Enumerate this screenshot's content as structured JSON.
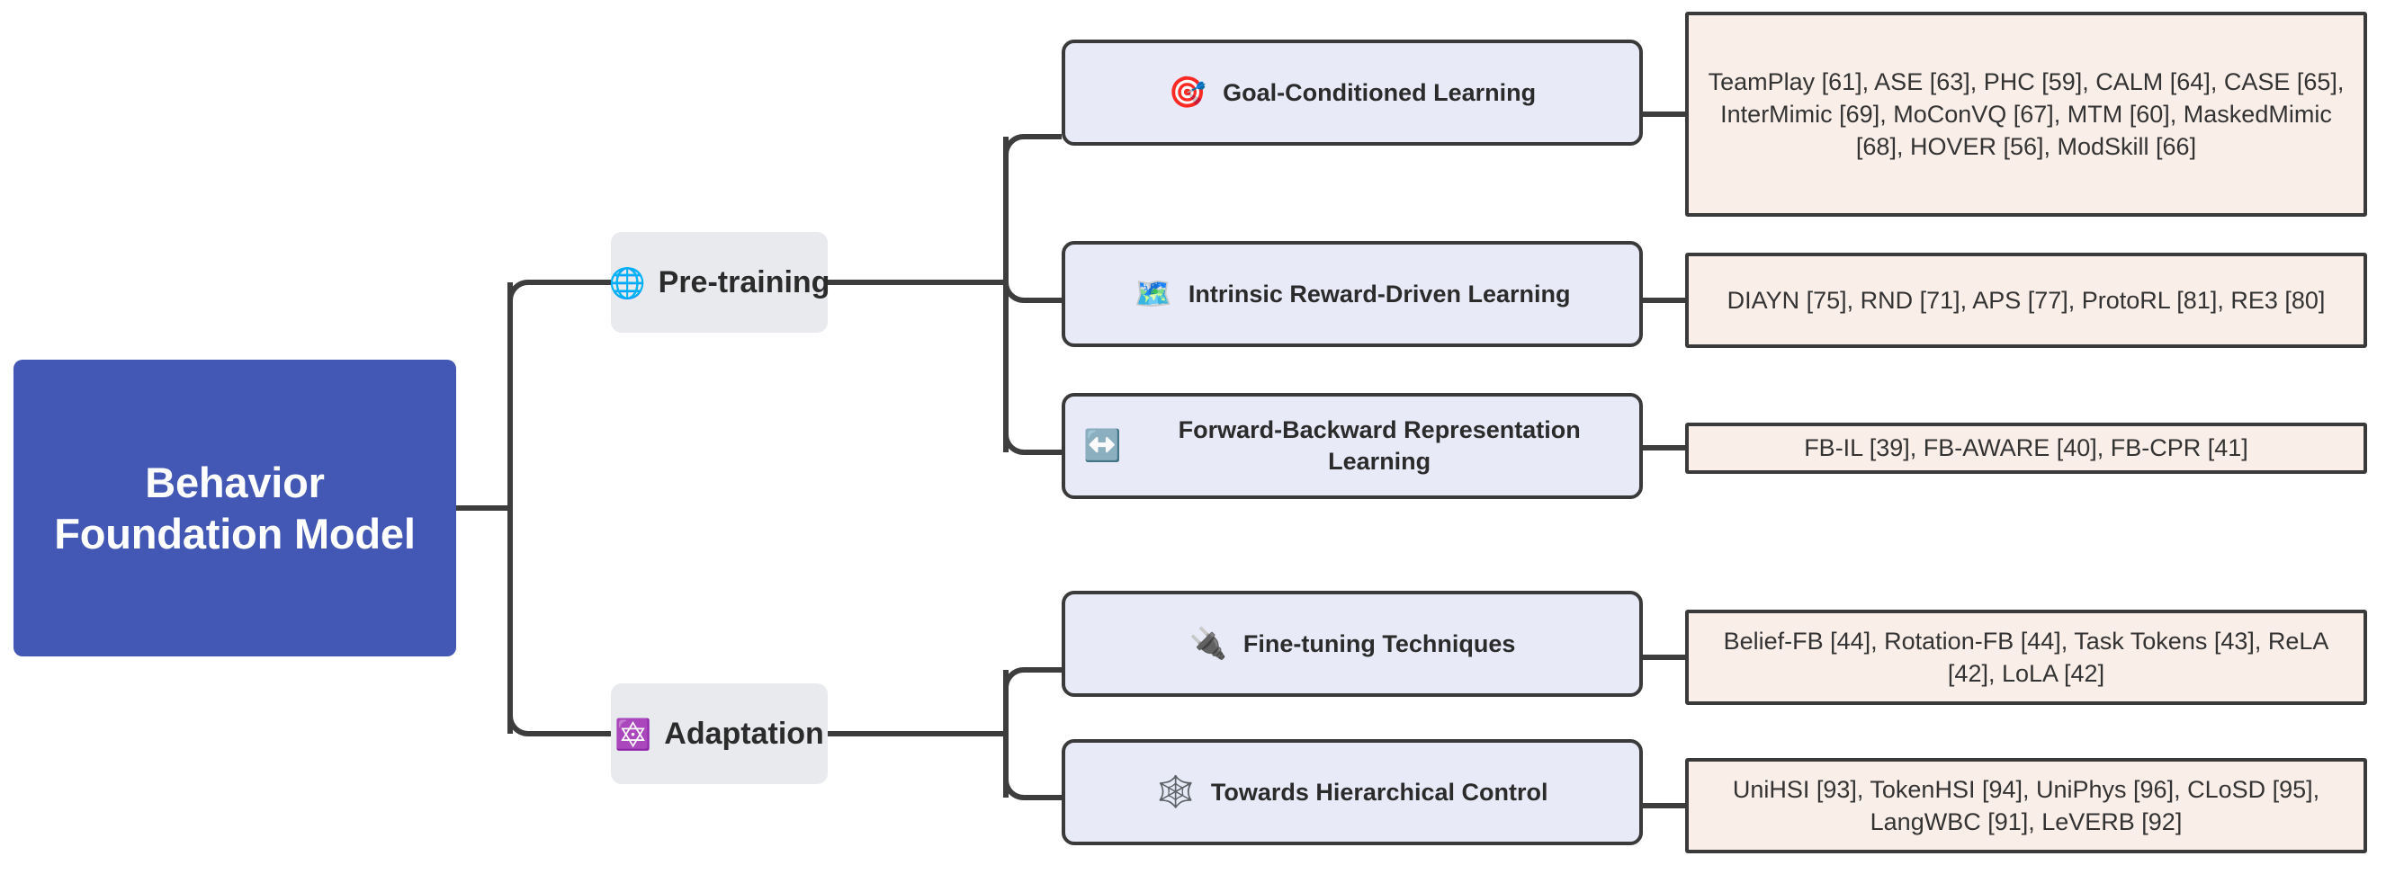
{
  "diagram": {
    "title": "Behavior Foundation Model",
    "type": "mindmap",
    "colors": {
      "root_fill": "#4358b4",
      "root_text": "#ffffff",
      "branch_fill": "#e9eaee",
      "topic_fill": "#e8eaf8",
      "topic_border": "#3a3a3a",
      "reference_fill": "#faeee8",
      "reference_border": "#3a3a3a",
      "connector": "#3d3d3d",
      "background": "#ffffff"
    }
  },
  "root": {
    "label": "Behavior Foundation Model"
  },
  "branches": [
    {
      "id": "pre-training",
      "label": "Pre-training",
      "emoji": "🌐",
      "emoji_name": "globe-icon",
      "topics": [
        {
          "id": "goal-conditioned-learning",
          "label": "Goal-Conditioned Learning",
          "emoji": "🎯",
          "emoji_name": "dart-target-icon",
          "references": "TeamPlay [61], ASE [63], PHC [59], CALM [64], CASE [65], InterMimic [69], MoConVQ [67], MTM [60], MaskedMimic [68], HOVER [56], ModSkill [66]"
        },
        {
          "id": "intrinsic-reward-driven-learning",
          "label": "Intrinsic Reward-Driven Learning",
          "emoji": "🗺️",
          "emoji_name": "world-map-icon",
          "references": "DIAYN [75], RND [71], APS [77], ProtoRL [81], RE3 [80]"
        },
        {
          "id": "forward-backward-representation-learning",
          "label": "Forward-Backward Representation Learning",
          "emoji": "↔️",
          "emoji_name": "left-right-arrow-icon",
          "references": "FB-IL [39], FB-AWARE [40], FB-CPR [41]"
        }
      ]
    },
    {
      "id": "adaptation",
      "label": "Adaptation",
      "emoji": "🔯",
      "emoji_name": "six-pointed-star-icon",
      "topics": [
        {
          "id": "fine-tuning-techniques",
          "label": "Fine-tuning Techniques",
          "emoji": "🔌",
          "emoji_name": "electric-plug-icon",
          "references": "Belief-FB [44], Rotation-FB [44], Task Tokens [43], ReLA [42], LoLA [42]"
        },
        {
          "id": "towards-hierarchical-control",
          "label": "Towards Hierarchical Control",
          "emoji": "🕸️",
          "emoji_name": "spider-web-icon",
          "references": "UniHSI [93], TokenHSI [94], UniPhys [96], CLoSD [95], LangWBC [91], LeVERB [92]"
        }
      ]
    }
  ]
}
